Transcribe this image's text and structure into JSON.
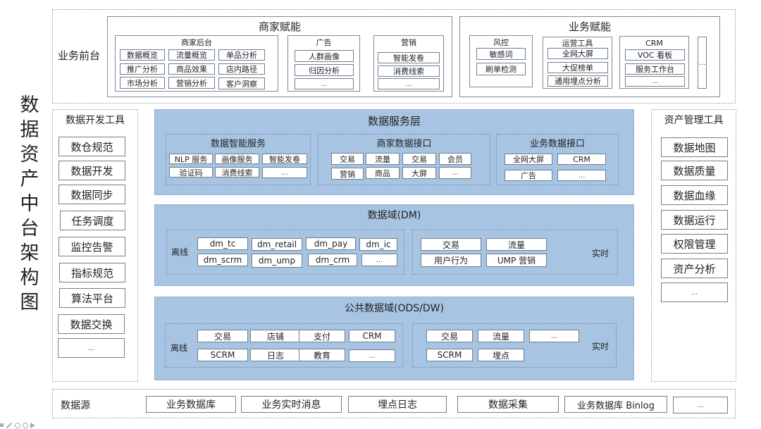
{
  "title_vertical": "数据资产中台架构图",
  "colors": {
    "layer_blue": "#a7c4e2",
    "box_border": "#6f7f90",
    "dotted_border": "#9a9a9a"
  },
  "frontend": {
    "label": "业务前台",
    "merchant_empower": {
      "title": "商家赋能",
      "backend": {
        "title": "商家后台",
        "items": [
          "数据概览",
          "流量概览",
          "单品分析",
          "推广分析",
          "商品效果",
          "店内路径",
          "市场分析",
          "营销分析",
          "客户洞察"
        ]
      },
      "ads": {
        "title": "广告",
        "items": [
          "人群画像",
          "归因分析",
          "..."
        ]
      },
      "marketing": {
        "title": "营销",
        "items": [
          "智能发卷",
          "消费线索",
          "..."
        ]
      }
    },
    "business_empower": {
      "title": "业务赋能",
      "risk": {
        "title": "风控",
        "items": [
          "敏感词",
          "刷单检测"
        ]
      },
      "ops_tools": {
        "title": "运营工具",
        "items": [
          "全网大屏",
          "大促榜单",
          "通用埋点分析"
        ]
      },
      "crm": {
        "title": "CRM",
        "items": [
          "VOC 看板",
          "服务工作台",
          "..."
        ]
      },
      "more": "..."
    }
  },
  "dev_tools": {
    "title": "数据开发工具",
    "items": [
      "数仓规范",
      "数据开发",
      "数据同步",
      "任务调度",
      "监控告警",
      "指标规范",
      "算法平台",
      "数据交换",
      "..."
    ]
  },
  "asset_tools": {
    "title": "资产管理工具",
    "items": [
      "数据地图",
      "数据质量",
      "数据血缘",
      "数据运行",
      "权限管理",
      "资产分析",
      "..."
    ]
  },
  "service_layer": {
    "title": "数据服务层",
    "intelligent": {
      "title": "数据智能服务",
      "items": [
        "NLP 服务",
        "画像服务",
        "智能发卷",
        "验证码",
        "消费线索",
        "..."
      ]
    },
    "merchant_api": {
      "title": "商家数据接口",
      "items": [
        "交易",
        "流量",
        "交易",
        "会员",
        "营销",
        "商品",
        "大屏",
        "..."
      ]
    },
    "business_api": {
      "title": "业务数据接口",
      "items": [
        "全网大屏",
        "CRM",
        "广告",
        "..."
      ]
    }
  },
  "dm_layer": {
    "title": "数据域(DM)",
    "offline_label": "离线",
    "offline_items": [
      "dm_tc",
      "dm_retail",
      "dm_pay",
      "dm_ic",
      "dm_scrm",
      "dm_ump",
      "dm_crm",
      "..."
    ],
    "realtime_label": "实时",
    "realtime_items": [
      "交易",
      "流量",
      "用户行为",
      "UMP 营销"
    ]
  },
  "ods_layer": {
    "title": "公共数据域(ODS/DW)",
    "offline_label": "离线",
    "offline_items": [
      "交易",
      "店铺",
      "支付",
      "CRM",
      "SCRM",
      "日志",
      "教育",
      "..."
    ],
    "realtime_label": "实时",
    "realtime_items": [
      "交易",
      "流量",
      "...",
      "SCRM",
      "埋点"
    ]
  },
  "source": {
    "label": "数据源",
    "items": [
      "业务数据库",
      "业务实时消息",
      "埋点日志",
      "数据采集",
      "业务数据库 Binlog",
      "..."
    ]
  }
}
